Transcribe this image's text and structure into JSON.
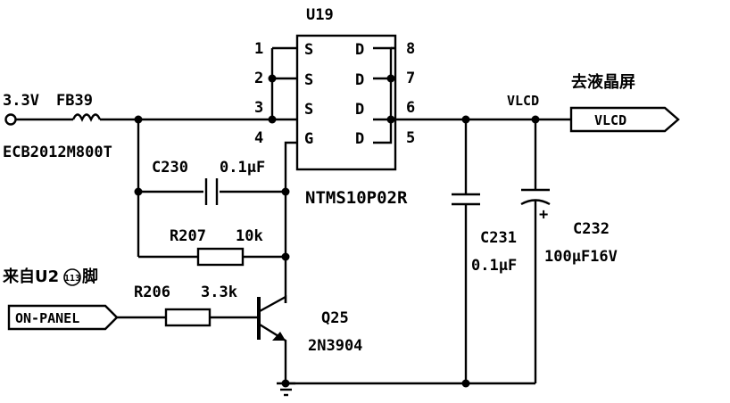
{
  "ic": {
    "ref": "U19",
    "part": "NTMS10P02R",
    "pin_numbers_left": [
      "1",
      "2",
      "3",
      "4"
    ],
    "pin_numbers_right": [
      "8",
      "7",
      "6",
      "5"
    ],
    "pin_names_left": [
      "S",
      "S",
      "S",
      "G"
    ],
    "pin_names_right": [
      "D",
      "D",
      "D",
      "D"
    ]
  },
  "supply": {
    "voltage": "3.3V"
  },
  "fb39": {
    "ref": "FB39",
    "part": "ECB2012M800T"
  },
  "c230": {
    "ref": "C230",
    "value": "0.1μF"
  },
  "r207": {
    "ref": "R207",
    "value": "10k"
  },
  "r206": {
    "ref": "R206",
    "value": "3.3k"
  },
  "q25": {
    "ref": "Q25",
    "part": "2N3904"
  },
  "c231": {
    "ref": "C231",
    "value": "0.1μF"
  },
  "c232": {
    "ref": "C232",
    "value": "100μF16V",
    "polarity": "+"
  },
  "vlcd": {
    "net": "VLCD",
    "port": "VLCD",
    "destination": "去液晶屏"
  },
  "input": {
    "port": "ON-PANEL",
    "source_prefix": "来自U2",
    "source_pin": "113",
    "source_suffix": "脚"
  }
}
